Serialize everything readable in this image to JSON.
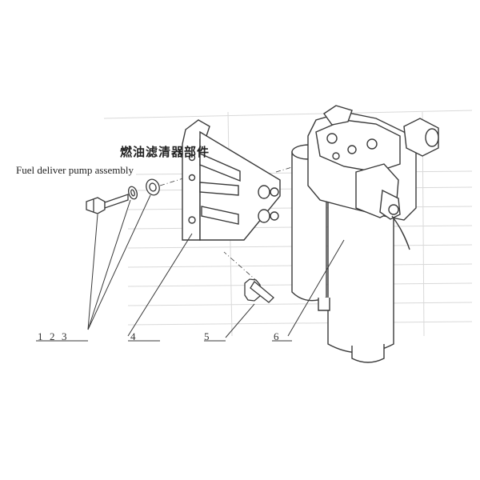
{
  "diagram": {
    "title_cn": "燃油滤清器部件",
    "title_en": "Fuel deliver pump assembly",
    "callouts": [
      {
        "id": "1",
        "label": "1"
      },
      {
        "id": "2",
        "label": "2"
      },
      {
        "id": "3",
        "label": "3"
      },
      {
        "id": "4",
        "label": "4"
      },
      {
        "id": "5",
        "label": "5"
      },
      {
        "id": "6",
        "label": "6"
      }
    ]
  },
  "colors": {
    "line": "#3a3a3a",
    "paper": "#ffffff",
    "faint_text": "#c8c8c8"
  }
}
